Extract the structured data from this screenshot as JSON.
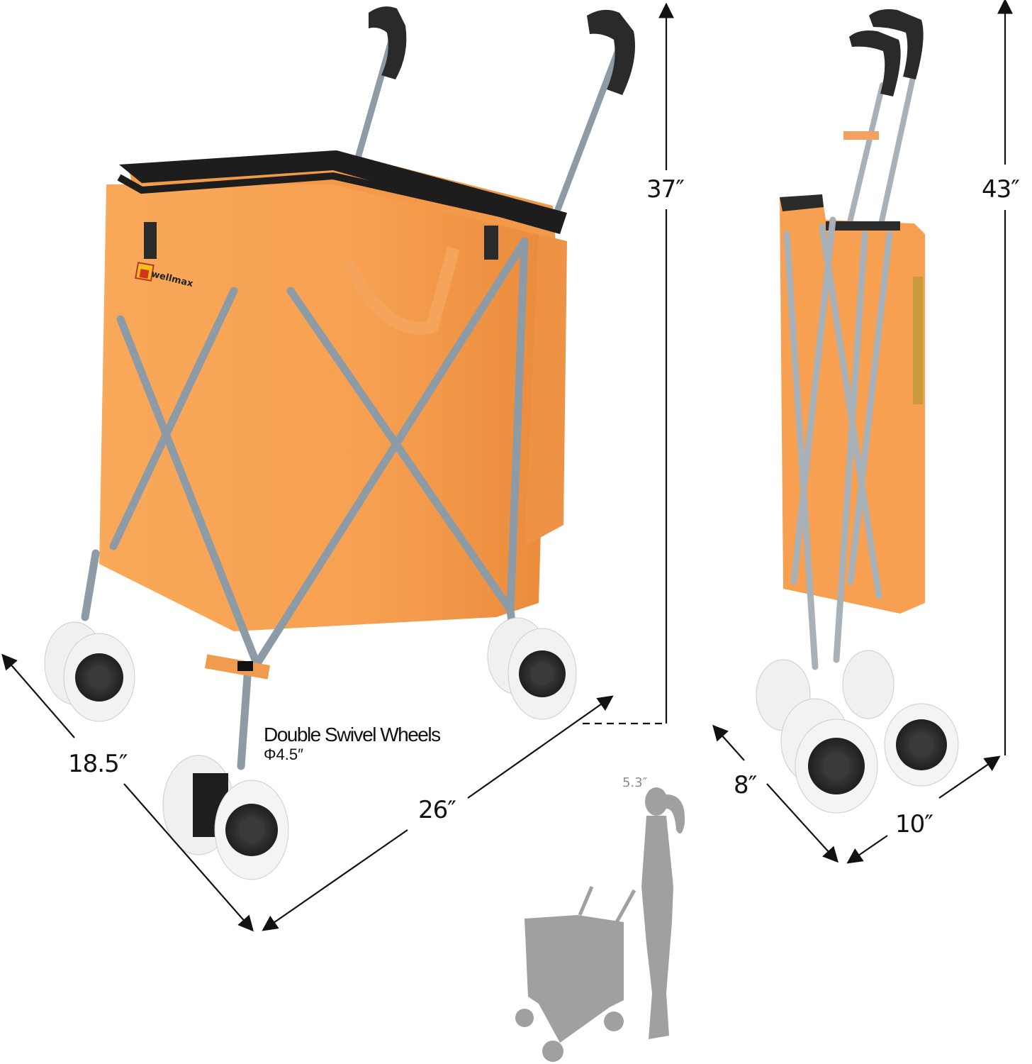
{
  "product": {
    "brand": "wellmax",
    "color_body": "#F7A052",
    "color_body_shade": "#E88A3A",
    "color_frame": "#8C9BA5",
    "color_handle": "#2A2A2A",
    "color_wheel_tire": "#EFEFEF",
    "color_wheel_hub": "#2F2F2F"
  },
  "open_cart": {
    "height_label": "37″",
    "width_label": "26″",
    "depth_label": "18.5″",
    "wheels_title": "Double Swivel  Wheels",
    "wheels_size": "Φ4.5″"
  },
  "folded_cart": {
    "height_label": "43″",
    "width_label": "10″",
    "depth_label": "8″"
  },
  "size_comparison": {
    "person_height_label": "5.3″",
    "silhouette_color": "#A0A0A0"
  }
}
